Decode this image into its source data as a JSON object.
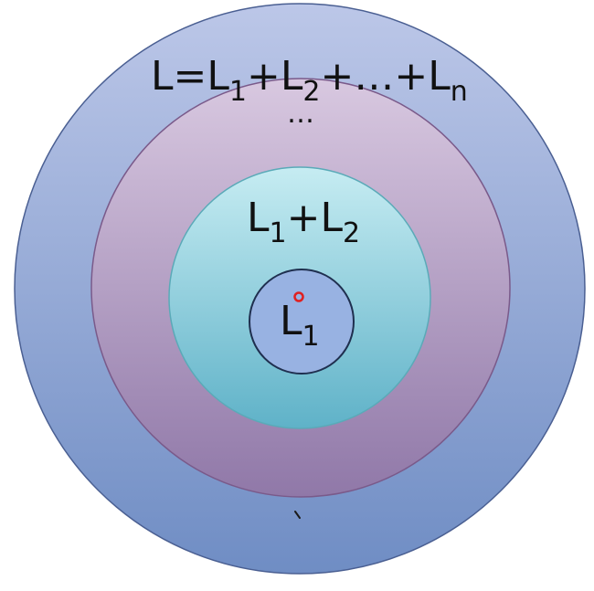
{
  "diagram": {
    "outer_label": {
      "lead": "L=L",
      "sub1": "1",
      "mid1": "+L",
      "sub2": "2",
      "mid2": "+…+L",
      "subn": "n"
    },
    "ellipsis_label": "…",
    "middle_label": {
      "lead": "L",
      "sub1": "1",
      "mid": "+L",
      "sub2": "2"
    },
    "inner_label": {
      "lead": "L",
      "sub1": "1"
    }
  },
  "colors": {
    "outer_fill_top": "#bcc7e8",
    "outer_fill_bottom": "#6f8dc4",
    "outer_stroke": "#4a5f92",
    "ring2_fill_top": "#d8c8e0",
    "ring2_fill_bottom": "#9078a8",
    "ring2_stroke": "#7a5a8a",
    "ring3_fill_top": "#c6ecf2",
    "ring3_fill_bottom": "#5fb2c8",
    "ring3_stroke": "#5aaab8",
    "core_fill": "#98b2e2",
    "core_stroke": "#1f2f4f",
    "dot_color": "#e02020"
  }
}
